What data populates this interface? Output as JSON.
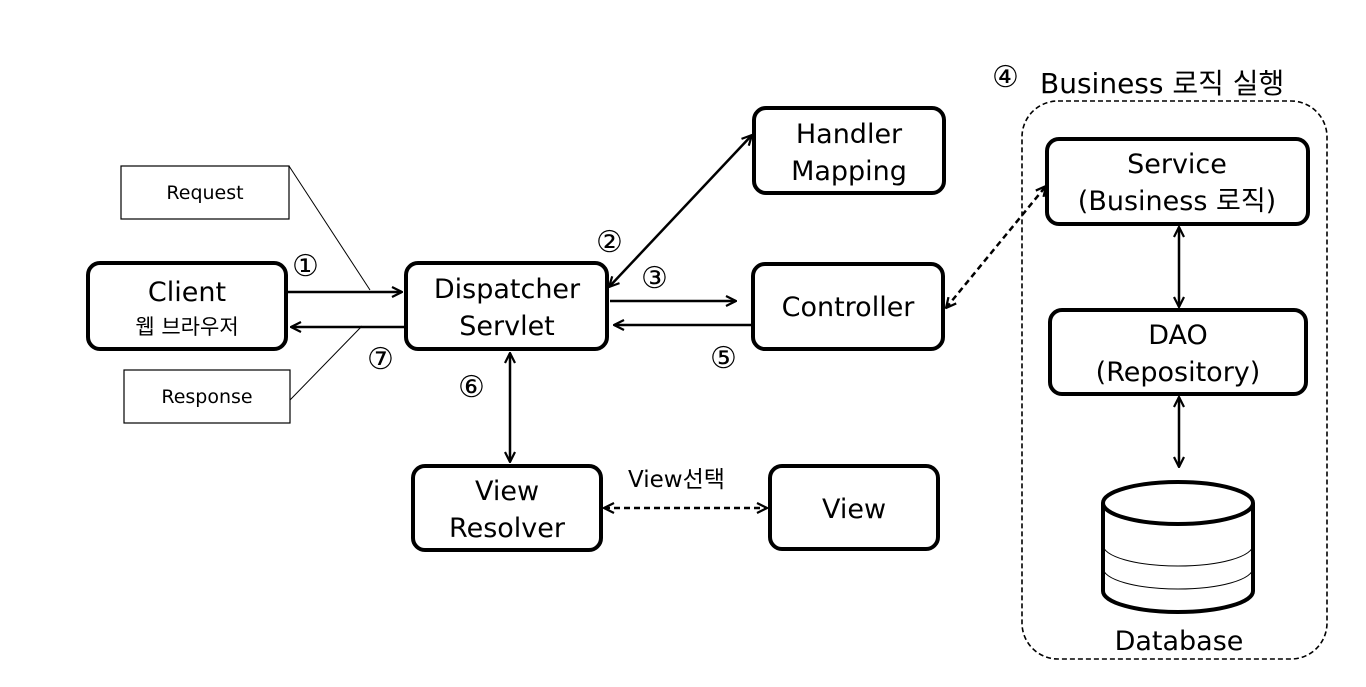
{
  "group": {
    "step": "④",
    "title": "Business 로직 실행"
  },
  "nodes": {
    "client": {
      "line1": "Client",
      "line2": "웹 브라우저"
    },
    "dispatcher": {
      "line1": "Dispatcher",
      "line2": "Servlet"
    },
    "handler": {
      "line1": "Handler",
      "line2": "Mapping"
    },
    "controller": {
      "line1": "Controller"
    },
    "view_resolver": {
      "line1": "View",
      "line2": "Resolver"
    },
    "view": {
      "line1": "View"
    },
    "service": {
      "line1": "Service",
      "line2": "(Business 로직)"
    },
    "dao": {
      "line1": "DAO",
      "line2": "(Repository)"
    },
    "database": {
      "label": "Database"
    }
  },
  "notes": {
    "request": "Request",
    "response": "Response"
  },
  "steps": {
    "s1": "①",
    "s2": "②",
    "s3": "③",
    "s5": "⑤",
    "s6": "⑥",
    "s7": "⑦"
  },
  "edge_labels": {
    "view_select": "View선택"
  }
}
